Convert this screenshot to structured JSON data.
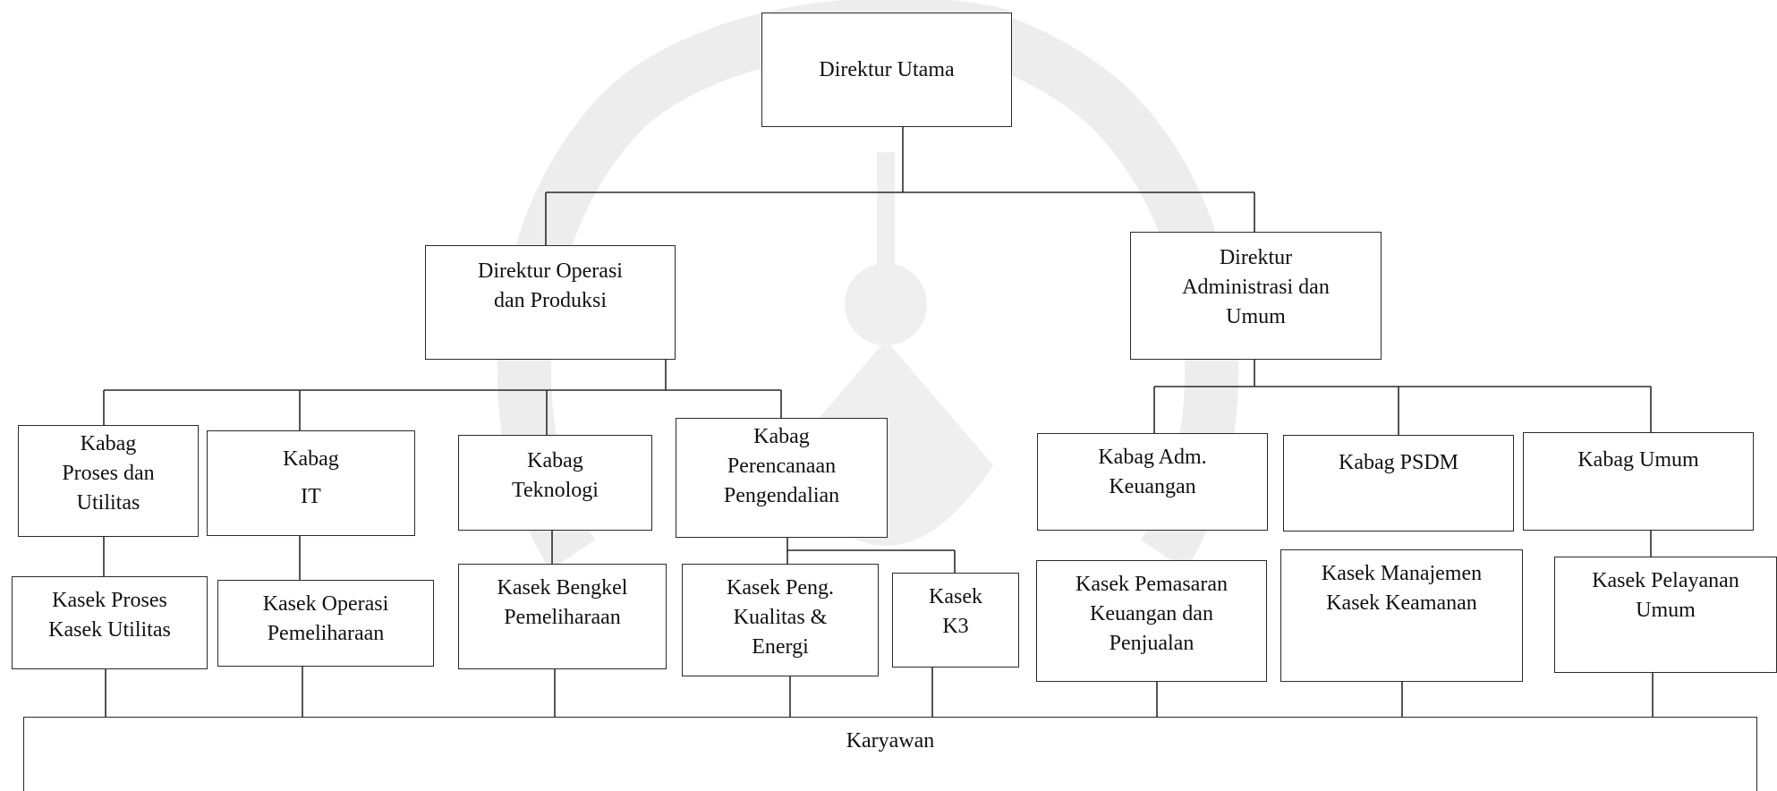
{
  "org_chart": {
    "director": {
      "line1": "Direktur Utama"
    },
    "dir_ops": {
      "line1": "Direktur Operasi",
      "line2": "dan Produksi"
    },
    "dir_admin": {
      "line1": "Direktur",
      "line2": "Administrasi dan",
      "line3": "Umum"
    },
    "kabag_proses": {
      "line1": "Kabag",
      "line2": "Proses dan",
      "line3": "Utilitas"
    },
    "kabag_it": {
      "line1": "Kabag",
      "line2": "IT"
    },
    "kabag_teknologi": {
      "line1": "Kabag",
      "line2": "Teknologi"
    },
    "kabag_perencanaan": {
      "line1": "Kabag",
      "line2": "Perencanaan",
      "line3": "Pengendalian"
    },
    "kabag_adm": {
      "line1": "Kabag Adm.",
      "line2": "Keuangan"
    },
    "kabag_psdm": {
      "line1": "Kabag PSDM"
    },
    "kabag_umum": {
      "line1": "Kabag Umum"
    },
    "kasek_proses": {
      "line1": "Kasek Proses",
      "line2": "Kasek Utilitas"
    },
    "kasek_operasi": {
      "line1": "Kasek Operasi",
      "line2": "Pemeliharaan"
    },
    "kasek_bengkel": {
      "line1": "Kasek Bengkel",
      "line2": "Pemeliharaan"
    },
    "kasek_peng": {
      "line1": "Kasek Peng.",
      "line2": "Kualitas &",
      "line3": "Energi"
    },
    "kasek_k3": {
      "line1": "Kasek",
      "line2": "K3"
    },
    "kasek_pemasaran": {
      "line1": "Kasek Pemasaran",
      "line2": "Keuangan dan",
      "line3": "Penjualan"
    },
    "kasek_manajemen": {
      "line1": "Kasek Manajemen",
      "line2": "Kasek Keamanan"
    },
    "kasek_pelayanan": {
      "line1": "Kasek Pelayanan",
      "line2": "Umum"
    },
    "karyawan": {
      "line1": "Karyawan"
    }
  },
  "colors": {
    "line": "#2a2a2a",
    "watermark": "#ececec"
  }
}
